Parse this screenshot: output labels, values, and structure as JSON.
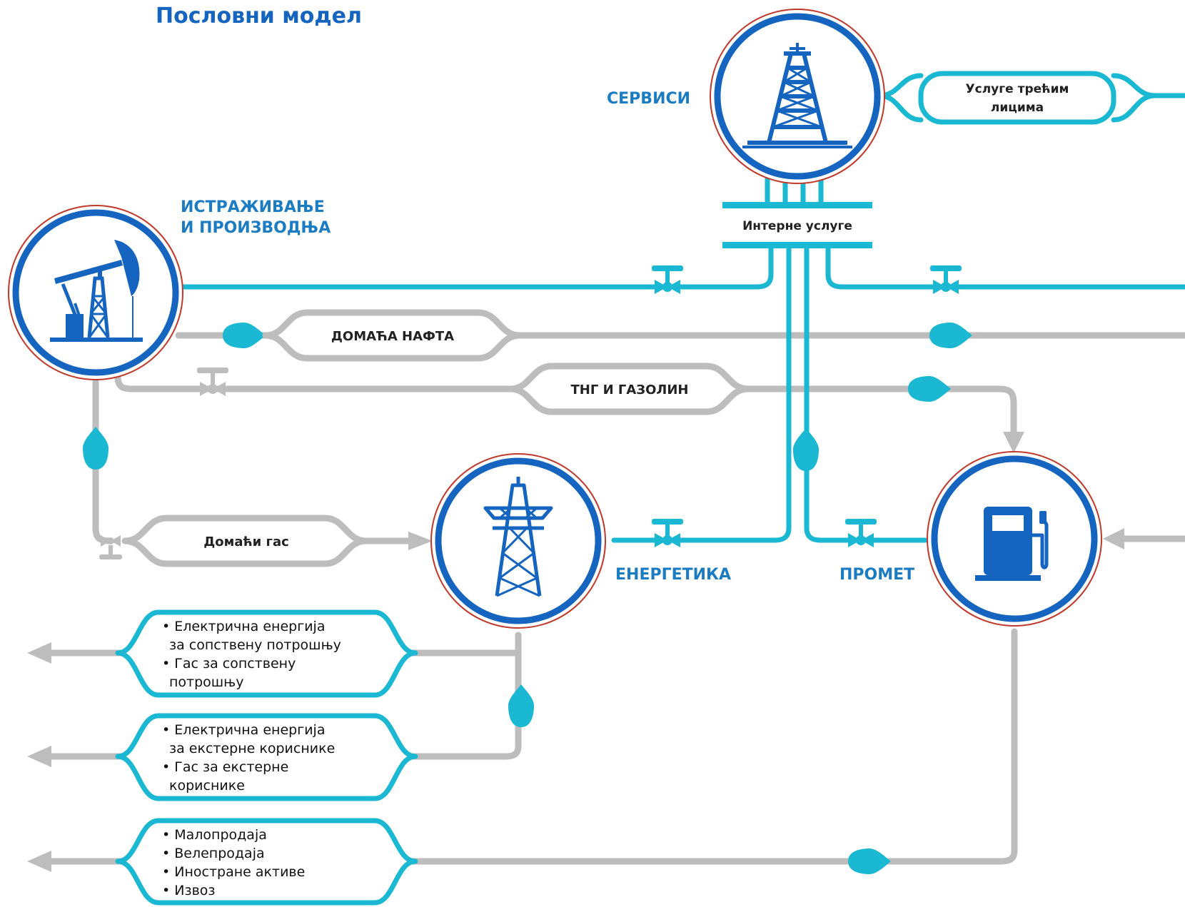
{
  "page": {
    "title": "Пословни модел"
  },
  "nodes": {
    "services": {
      "label": "СЕРВИСИ"
    },
    "exploration": {
      "label_line1": "ИСТРАЖИВАЊЕ",
      "label_line2": "И ПРОИЗВОДЊА"
    },
    "energy": {
      "label": "ЕНЕРГЕТИКА"
    },
    "trade": {
      "label": "ПРОМЕТ"
    }
  },
  "pills": {
    "third_party": {
      "line1": "Услуге трећим",
      "line2": "лицима"
    },
    "internal": {
      "label": "Интерне услуге"
    },
    "domestic_oil": {
      "label": "ДОМАЋА НАФТА"
    },
    "lpg": {
      "label": "ТНГ И ГАЗОЛИН"
    },
    "domestic_gas": {
      "label": "Домаћи гас"
    }
  },
  "outputs": {
    "own_use": [
      "• Електрична енергија",
      "за сопствену потрошњу",
      "• Гас за сопствену",
      "потрошњу"
    ],
    "external": [
      "• Електрична енергија",
      "за екстерне кориснике",
      "• Гас за екстерне",
      "кориснике"
    ],
    "sales": [
      "• Малопродаја",
      "• Велепродаја",
      "• Иностране активе",
      "• Извоз"
    ]
  },
  "colors": {
    "cyan": "#1ab8d2",
    "gray": "#bdbdbd",
    "blue": "#1565c0",
    "red": "#c0392b",
    "label_blue": "#1b7cc4"
  }
}
